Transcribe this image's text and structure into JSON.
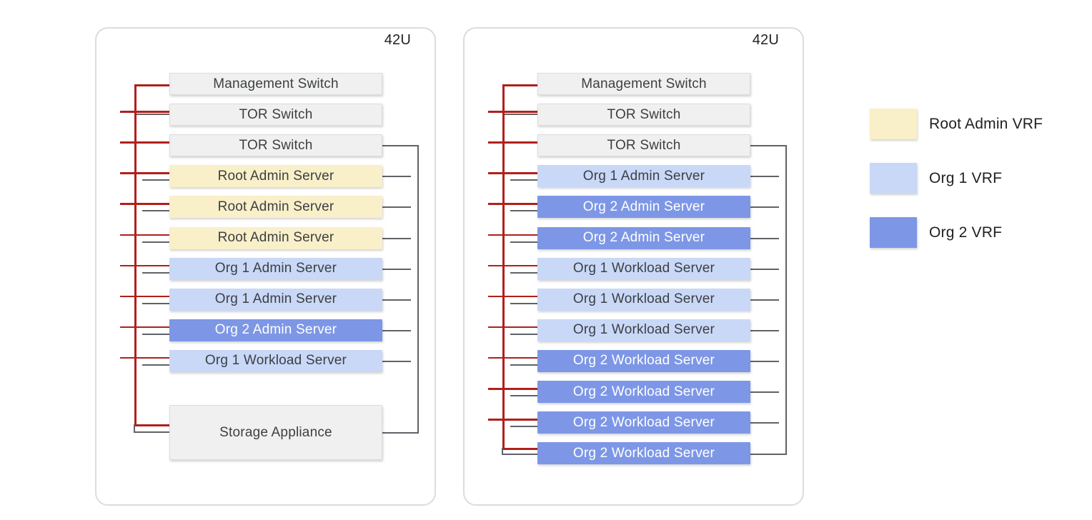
{
  "racks": [
    {
      "capacity_label": "42U",
      "units": [
        {
          "label": "Management Switch",
          "kind": "switch",
          "vrf": "none",
          "conn": "mgmt"
        },
        {
          "label": "TOR Switch",
          "kind": "switch",
          "vrf": "none",
          "conn": "tor1"
        },
        {
          "label": "TOR Switch",
          "kind": "switch",
          "vrf": "none",
          "conn": "tor2"
        },
        {
          "label": "Root Admin Server",
          "kind": "server",
          "vrf": "root",
          "conn": "server"
        },
        {
          "label": "Root Admin Server",
          "kind": "server",
          "vrf": "root",
          "conn": "server"
        },
        {
          "label": "Root Admin Server",
          "kind": "server",
          "vrf": "root",
          "conn": "server"
        },
        {
          "label": "Org 1 Admin Server",
          "kind": "server",
          "vrf": "org1",
          "conn": "server"
        },
        {
          "label": "Org 1 Admin Server",
          "kind": "server",
          "vrf": "org1",
          "conn": "server"
        },
        {
          "label": "Org 2 Admin Server",
          "kind": "server",
          "vrf": "org2",
          "conn": "server"
        },
        {
          "label": "Org 1 Workload Server",
          "kind": "server",
          "vrf": "org1",
          "conn": "server"
        },
        {
          "label": "Storage Appliance",
          "kind": "storage",
          "vrf": "none",
          "conn": "bottom"
        }
      ]
    },
    {
      "capacity_label": "42U",
      "units": [
        {
          "label": "Management Switch",
          "kind": "switch",
          "vrf": "none",
          "conn": "mgmt"
        },
        {
          "label": "TOR Switch",
          "kind": "switch",
          "vrf": "none",
          "conn": "tor1"
        },
        {
          "label": "TOR Switch",
          "kind": "switch",
          "vrf": "none",
          "conn": "tor2"
        },
        {
          "label": "Org 1 Admin Server",
          "kind": "server",
          "vrf": "org1",
          "conn": "server"
        },
        {
          "label": "Org 2 Admin Server",
          "kind": "server",
          "vrf": "org2",
          "conn": "server"
        },
        {
          "label": "Org 2 Admin Server",
          "kind": "server",
          "vrf": "org2",
          "conn": "server"
        },
        {
          "label": "Org 1 Workload Server",
          "kind": "server",
          "vrf": "org1",
          "conn": "server"
        },
        {
          "label": "Org 1 Workload Server",
          "kind": "server",
          "vrf": "org1",
          "conn": "server"
        },
        {
          "label": "Org 1 Workload Server",
          "kind": "server",
          "vrf": "org1",
          "conn": "server"
        },
        {
          "label": "Org 2 Workload Server",
          "kind": "server",
          "vrf": "org2",
          "conn": "server"
        },
        {
          "label": "Org 2 Workload Server",
          "kind": "server",
          "vrf": "org2",
          "conn": "server"
        },
        {
          "label": "Org 2 Workload Server",
          "kind": "server",
          "vrf": "org2",
          "conn": "server"
        },
        {
          "label": "Org 2 Workload Server",
          "kind": "server",
          "vrf": "org2",
          "conn": "bottom"
        }
      ]
    }
  ],
  "legend": {
    "items": [
      {
        "label": "Root Admin VRF",
        "vrf": "root"
      },
      {
        "label": "Org 1 VRF",
        "vrf": "org1"
      },
      {
        "label": "Org 2 VRF",
        "vrf": "org2"
      }
    ]
  },
  "colors": {
    "root_vrf": "#F9EFC9",
    "org1_vrf": "#C9D8F7",
    "org2_vrf": "#7D97E6",
    "switch_fill": "#F0F0F0",
    "management_network": "#B0201C",
    "data_network": "#5F6368",
    "text_dark": "#3C4043",
    "text_light": "#FFFFFF"
  }
}
